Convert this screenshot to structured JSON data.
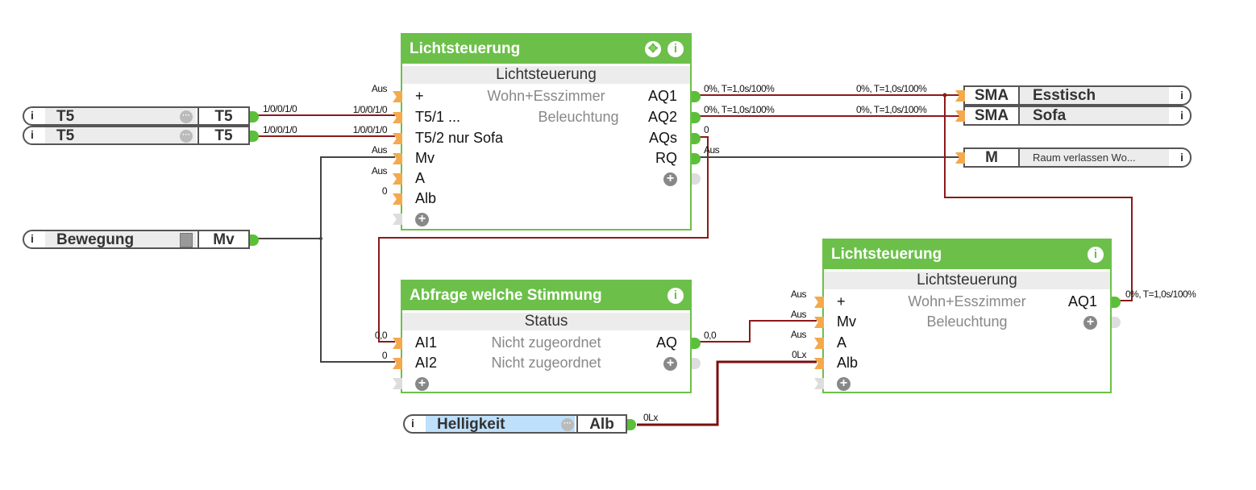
{
  "colors": {
    "block": "#6cc04a",
    "wire_red": "#8b1a1a",
    "wire_gray": "#444444",
    "pin_in": "#f4a94c",
    "pin_out": "#5cbf3a"
  },
  "inputs": [
    {
      "name": "T5",
      "io": "T5",
      "icon": "more-icon"
    },
    {
      "name": "T5",
      "io": "T5",
      "icon": "more-icon"
    },
    {
      "name": "Bewegung",
      "io": "Mv",
      "icon": "toggle-icon"
    },
    {
      "name": "Helligkeit",
      "io": "Alb",
      "icon": "more-icon"
    }
  ],
  "outputs": [
    {
      "io": "SMA",
      "name": "Esstisch"
    },
    {
      "io": "SMA",
      "name": "Sofa"
    },
    {
      "io": "M",
      "name": "Raum verlassen Wo..."
    }
  ],
  "block1": {
    "title": "Lichtsteuerung",
    "subtitle": "Lichtsteuerung",
    "inputs": [
      "+",
      "T5/1 ...",
      "T5/2 nur Sofa",
      "Mv",
      "A",
      "Alb"
    ],
    "input_values": [
      "Aus",
      "1/0/0/1/0",
      "1/0/0/1/0",
      "Aus",
      "Aus",
      "0"
    ],
    "mid": [
      "Wohn+Esszimmer",
      "Beleuchtung"
    ],
    "outputs": [
      "AQ1",
      "AQ2",
      "AQs",
      "RQ"
    ],
    "output_values": [
      "0%, T=1,0s/100%",
      "0%, T=1,0s/100%",
      "0",
      "Aus"
    ]
  },
  "block2": {
    "title": "Abfrage welche Stimmung",
    "subtitle": "Status",
    "inputs": [
      "AI1",
      "AI2"
    ],
    "input_values": [
      "0,0",
      "0"
    ],
    "mid": [
      "Nicht zugeordnet",
      "Nicht zugeordnet"
    ],
    "outputs": [
      "AQ"
    ],
    "output_values": [
      "0,0"
    ]
  },
  "block3": {
    "title": "Lichtsteuerung",
    "subtitle": "Lichtsteuerung",
    "inputs": [
      "+",
      "Mv",
      "A",
      "Alb"
    ],
    "input_values": [
      "Aus",
      "Aus",
      "Aus",
      "0Lx"
    ],
    "mid": [
      "Wohn+Esszimmer",
      "Beleuchtung"
    ],
    "outputs": [
      "AQ1"
    ],
    "output_values": [
      "0%, T=1,0s/100%"
    ]
  },
  "wire_labels": {
    "t5_src": "1/0/0/1/0",
    "aq_dst": "0%, T=1,0s/100%",
    "helligkeit_src": "0Lx"
  }
}
